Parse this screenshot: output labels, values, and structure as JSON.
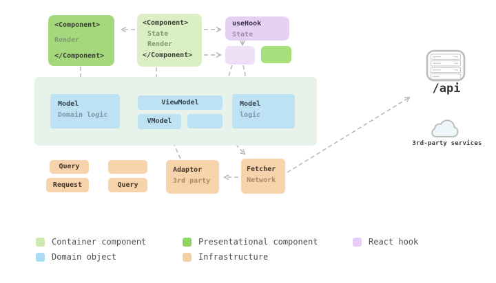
{
  "diagram": {
    "boxes": {
      "presentational": {
        "open_tag": "<Component>",
        "body": "Render",
        "close_tag": "</Component>"
      },
      "container": {
        "open_tag": "<Component>",
        "state": "State",
        "render": "Render",
        "close_tag": "</Component>"
      },
      "usehook": {
        "title": "useHook",
        "subtitle": "State"
      },
      "model_left": {
        "title": "Model",
        "subtitle": "Domain logic"
      },
      "viewmodel": {
        "title": "ViewModel"
      },
      "vmodel": {
        "title": "VModel"
      },
      "model_right": {
        "title": "Model",
        "subtitle": "logic"
      },
      "query_top": {
        "title": "Query"
      },
      "request": {
        "title": "Request"
      },
      "query_bottom": {
        "title": "Query"
      },
      "adaptor": {
        "title": "Adaptor",
        "subtitle": "3rd party"
      },
      "fetcher": {
        "title": "Fetcher",
        "subtitle": "Network"
      }
    },
    "external": {
      "api": {
        "icon": "server-icon",
        "label": "/api"
      },
      "services": {
        "icon": "cloud-icon",
        "label": "3rd-party services"
      }
    },
    "legend": {
      "items": [
        {
          "label": "Container component",
          "color": "#cdeab3"
        },
        {
          "label": "Domain object",
          "color": "#a9dcf3"
        },
        {
          "label": "Presentational component",
          "color": "#90d563"
        },
        {
          "label": "Infrastructure",
          "color": "#f6cfa5"
        },
        {
          "label": "React hook",
          "color": "#e8cef7"
        }
      ]
    },
    "colors": {
      "container_fill": "#daefc3",
      "presentational_fill": "#a5d87c",
      "hook_fill": "#e6d1f4",
      "hook_fill_light": "#efe0f8",
      "domain_fill": "#bde2f4",
      "infrastructure_fill": "#f7d3ab",
      "panel_fill": "#e7f3ea",
      "small_green_fill": "#a5e07c",
      "arrow": "#b6bbb6"
    }
  }
}
